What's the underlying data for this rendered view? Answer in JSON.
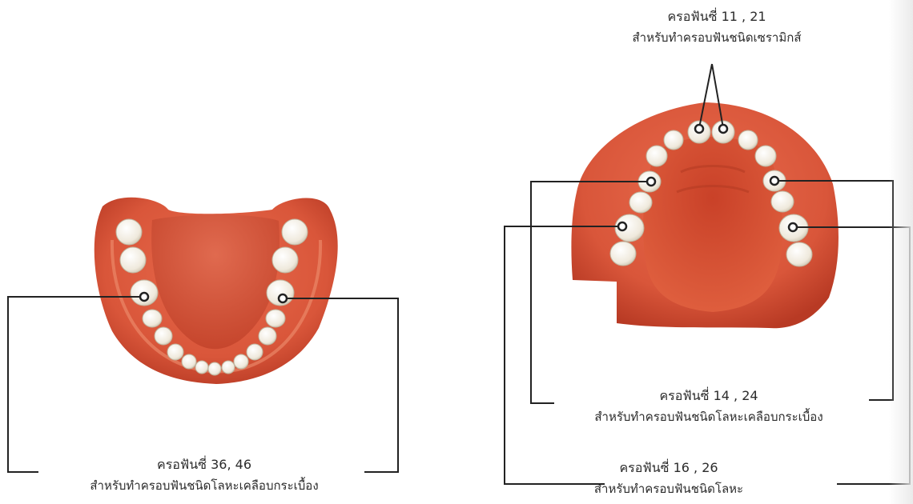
{
  "labels": {
    "upper_front": {
      "line1": "ครอฟันซี่ 11 , 21",
      "line2": "สำหรับทำครอบฟันชนิดเซรามิกส์"
    },
    "upper_mid": {
      "line1": "ครอฟันซี่ 14 , 24",
      "line2": "สำหรับทำครอบฟันชนิดโลหะเคลือบกระเบื้อง"
    },
    "upper_back": {
      "line1": "ครอฟันซี่ 16 , 26",
      "line2": "สำหรับทำครอบฟันชนิดโลหะ"
    },
    "lower": {
      "line1": "ครอฟันซี่ 36, 46",
      "line2": "สำหรับทำครอบฟันชนิดโลหะเคลือบกระเบื้อง"
    }
  },
  "colors": {
    "gum": "#d9563a",
    "gum_dark": "#b83a24",
    "gum_light": "#ec8a68",
    "palate": "#d24a30",
    "tooth": "#f3efe6",
    "tooth_shade": "#d9d2c2",
    "line": "#222222"
  }
}
